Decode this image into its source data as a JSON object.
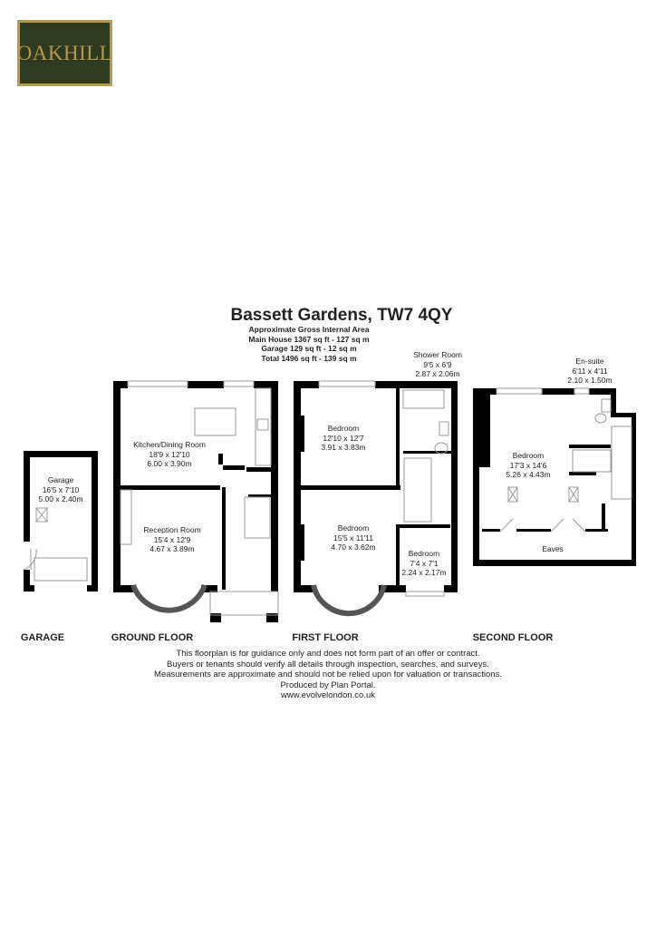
{
  "logo": {
    "text": "OAKHILL",
    "bg": "#2f3a1e",
    "accent": "#b39a4e"
  },
  "header": {
    "title": "Bassett Gardens, TW7 4QY",
    "area_heading": "Approximate Gross Internal Area",
    "main_house": "Main House 1367 sq ft - 127 sq m",
    "garage": "Garage 129 sq ft - 12 sq m",
    "total": "Total 1496 sq ft - 139 sq m"
  },
  "rooms": {
    "garage": {
      "name": "Garage",
      "imperial": "16'5 x 7'10",
      "metric": "5.00 x 2.40m"
    },
    "kitchen": {
      "name": "Kitchen/Dining Room",
      "imperial": "18'9 x 12'10",
      "metric": "6.00 x 3.90m"
    },
    "reception": {
      "name": "Reception Room",
      "imperial": "15'4 x 12'9",
      "metric": "4.67 x 3.89m"
    },
    "bedroom1": {
      "name": "Bedroom",
      "imperial": "12'10 x 12'7",
      "metric": "3.91 x 3.83m"
    },
    "shower": {
      "name": "Shower Room",
      "imperial": "9'5 x 6'9",
      "metric": "2.87 x 2.06m"
    },
    "bedroom2": {
      "name": "Bedroom",
      "imperial": "15'5 x 11'11",
      "metric": "4.70 x 3.62m"
    },
    "bedroom3": {
      "name": "Bedroom",
      "imperial": "7'4 x 7'1",
      "metric": "2.24 x 2.17m"
    },
    "ensuite": {
      "name": "En-suite",
      "imperial": "6'11 x 4'11",
      "metric": "2.10 x 1.50m"
    },
    "bedroom4": {
      "name": "Bedroom",
      "imperial": "17'3 x 14'6",
      "metric": "5.26 x 4.43m"
    },
    "eaves": {
      "name": "Eaves"
    }
  },
  "floors": {
    "garage": "GARAGE",
    "ground": "GROUND FLOOR",
    "first": "FIRST FLOOR",
    "second": "SECOND FLOOR"
  },
  "disclaimer": {
    "line1": "This floorplan is for guidance only and does not form part of an offer or contract.",
    "line2": "Buyers or tenants should verify all details through inspection, searches, and surveys.",
    "line3": "Measurements are approximate and should not be relied upon for valuation or transactions.",
    "line4": "Produced by Plan Portal.",
    "line5": "www.evolvelondon.co.uk"
  }
}
